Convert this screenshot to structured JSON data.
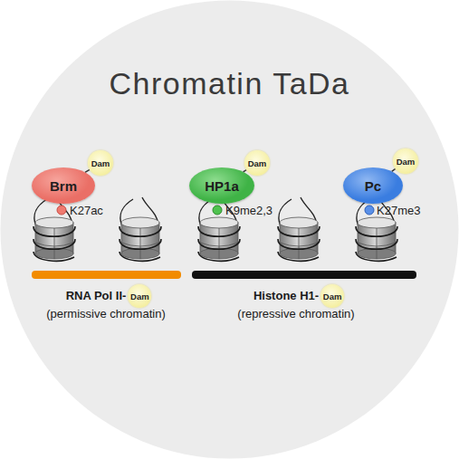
{
  "diagram": {
    "title": "Chromatin TaDa",
    "nodes": [
      {
        "text": [
          "Brm"
        ]
      },
      {
        "text": [
          "Dam"
        ]
      },
      {
        "text": [
          "HP1a"
        ]
      },
      {
        "text": [
          "Dam"
        ]
      },
      {
        "text": [
          "Pc"
        ]
      },
      {
        "text": [
          "Dam"
        ]
      },
      {
        "text": [
          "RNA Pol II-",
          "(permissive chromatin)"
        ]
      },
      {
        "text": [
          "Dam"
        ]
      },
      {
        "text": [
          "Histone H1-",
          "(repressive chromatin)"
        ]
      },
      {
        "text": [
          "Dam"
        ]
      }
    ],
    "edges": [
      {
        "from": 0,
        "to": 1,
        "arrow": "none"
      },
      {
        "from": 2,
        "to": 3,
        "arrow": "none"
      },
      {
        "from": 4,
        "to": 5,
        "arrow": "none"
      }
    ],
    "labels": [
      "K27ac",
      "K9me2,3",
      "K27me3"
    ]
  }
}
